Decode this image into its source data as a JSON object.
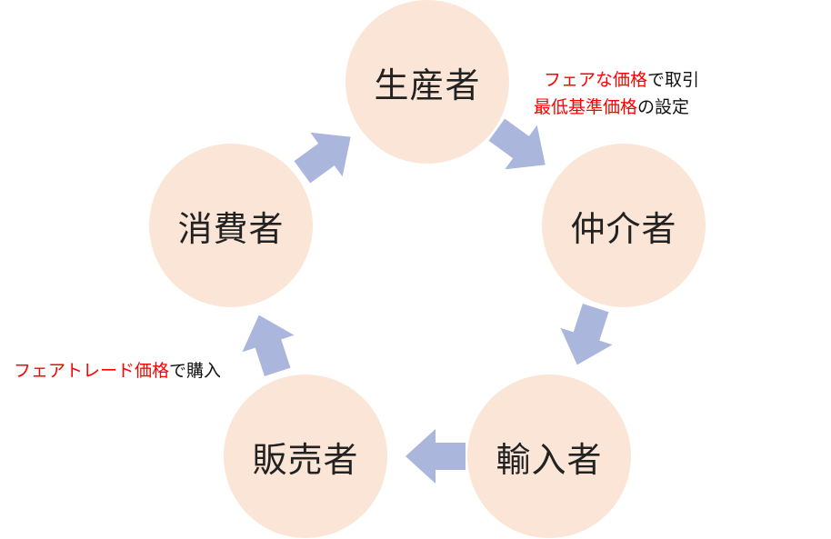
{
  "nodes": {
    "producer": "生産者",
    "intermediary": "仲介者",
    "importer": "輸入者",
    "seller": "販売者",
    "consumer": "消費者"
  },
  "annotations": {
    "fair_trade_deal": {
      "highlight": "フェアな価格",
      "rest": "で取引"
    },
    "minimum_price": {
      "highlight": "最低基準価格",
      "rest": "の設定"
    },
    "fair_trade_purchase": {
      "highlight": "フェアトレード価格",
      "rest": "で購入"
    }
  },
  "colors": {
    "node_fill": "#fbe5d6",
    "arrow_fill": "#aab6dc",
    "highlight_text": "#ff0000",
    "body_text": "#222222"
  }
}
